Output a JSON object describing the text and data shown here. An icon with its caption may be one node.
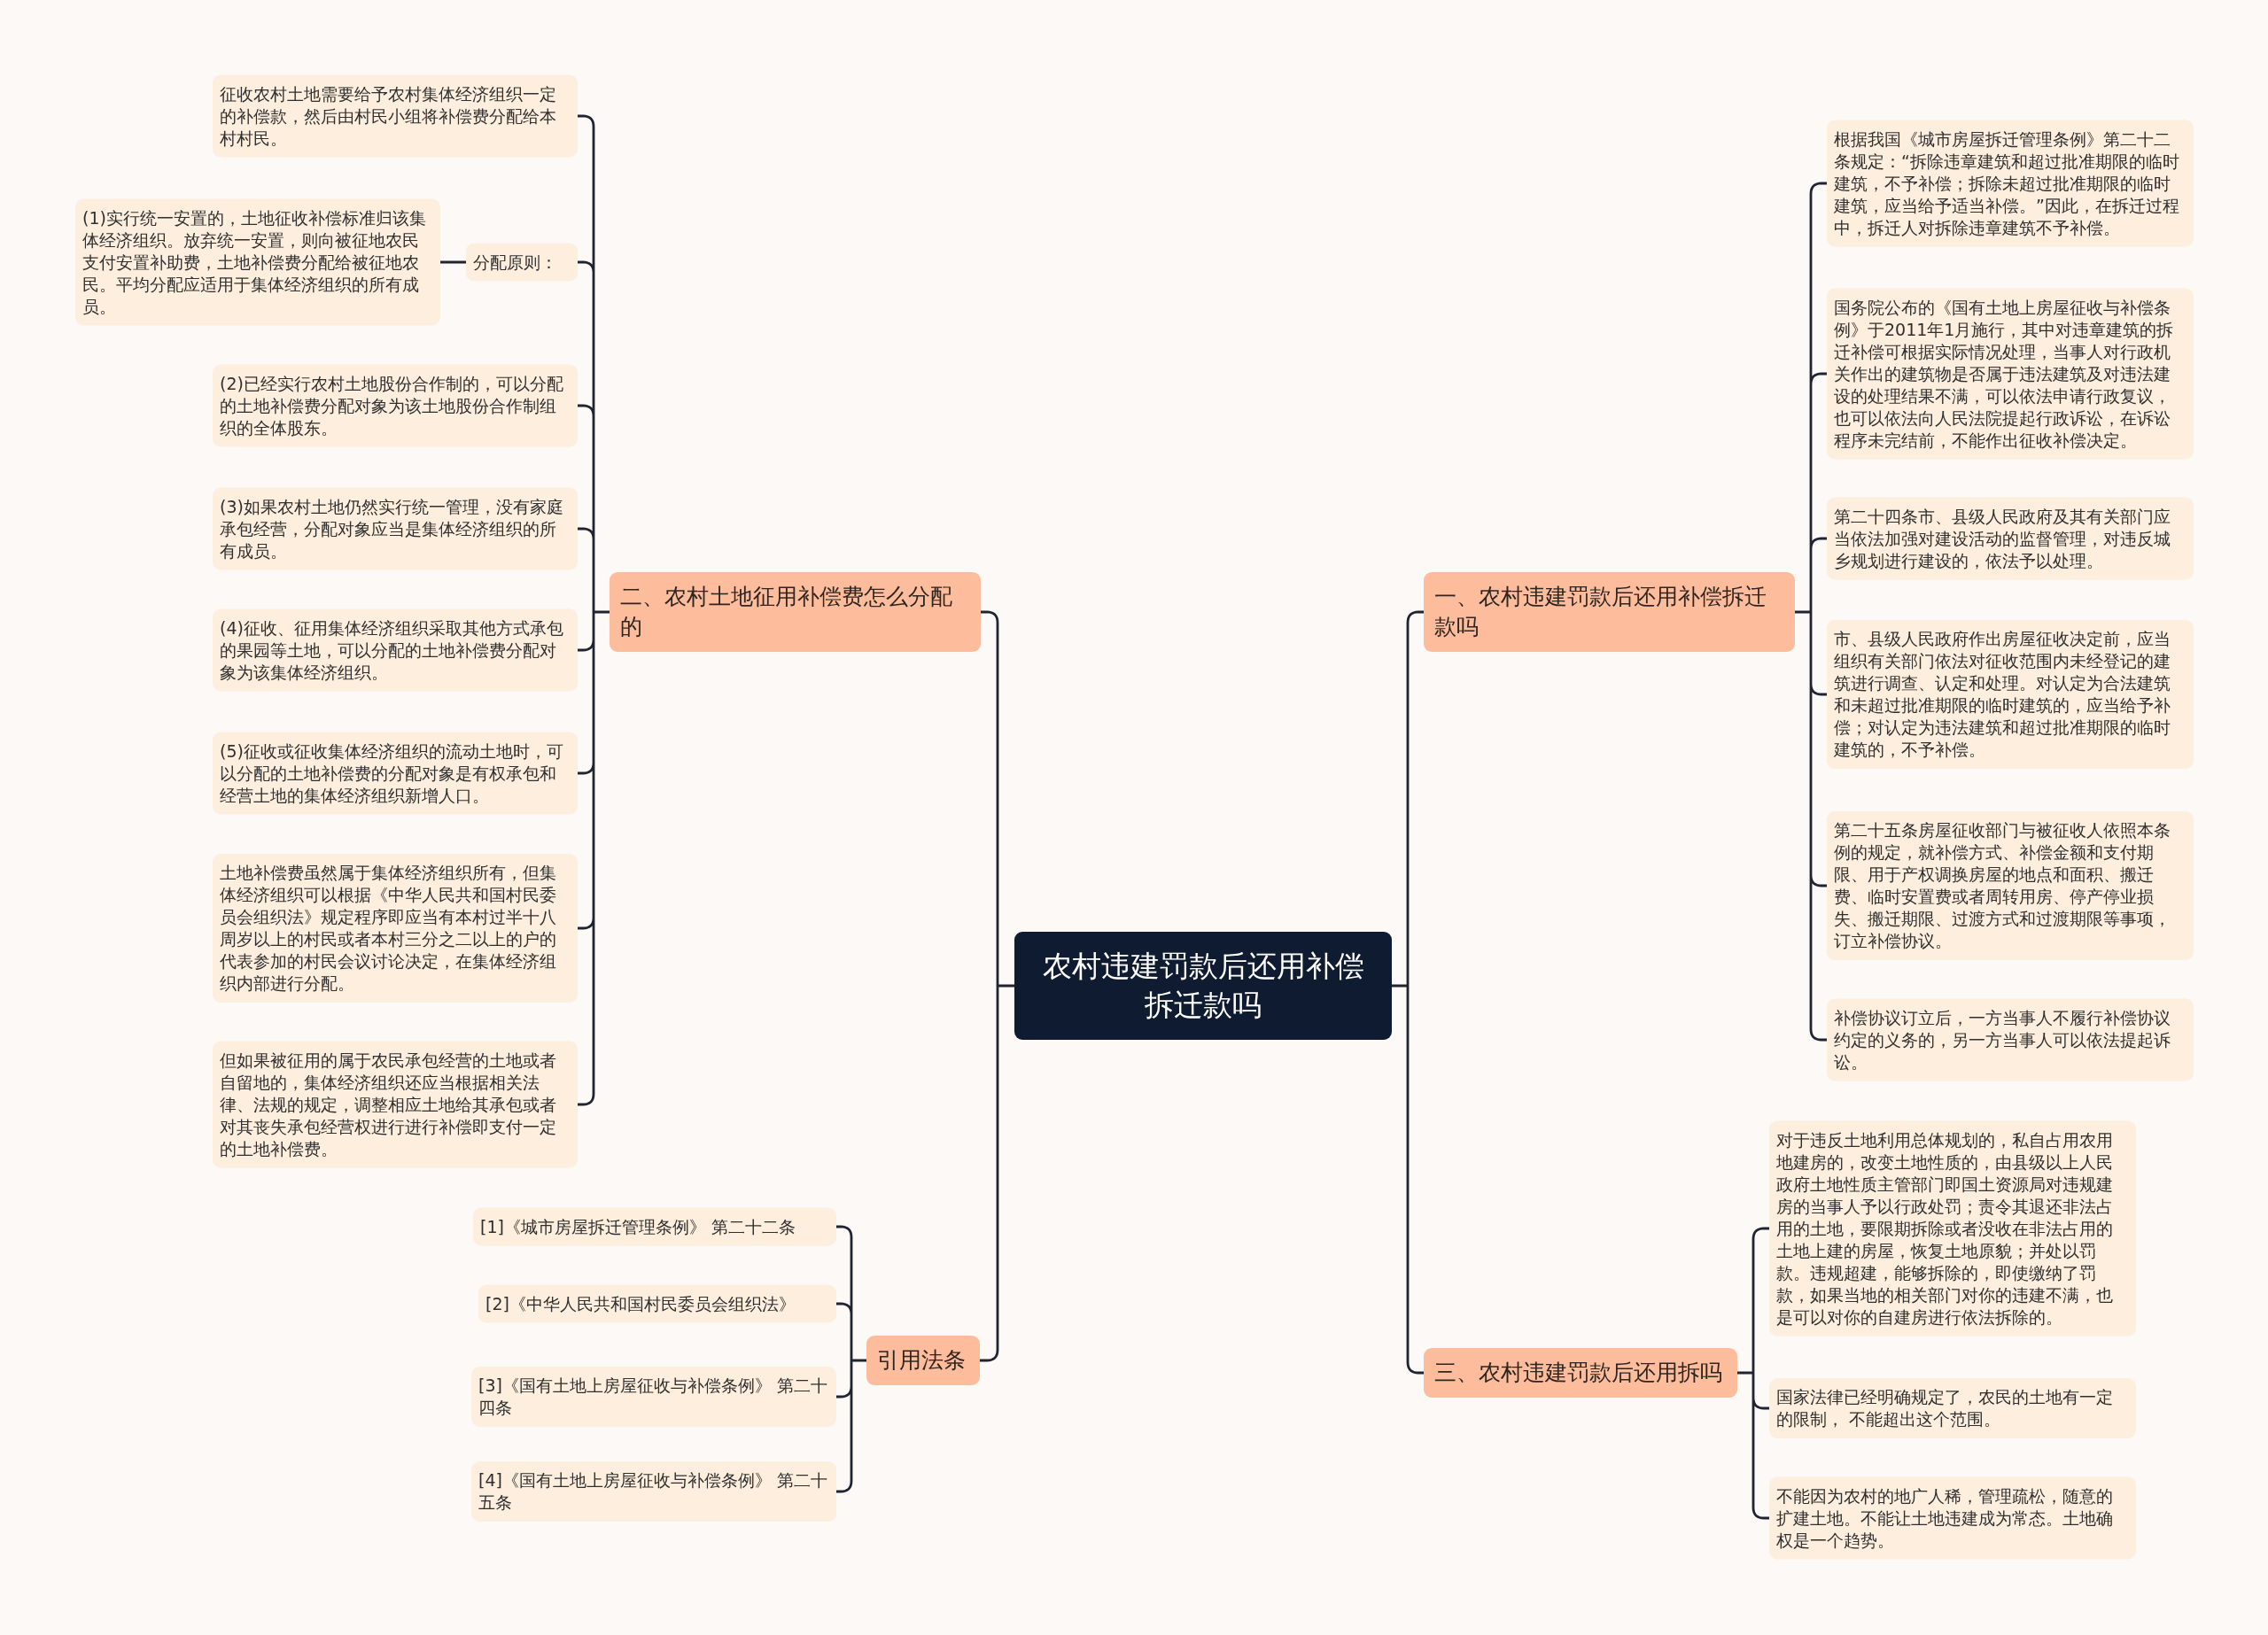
{
  "diagram": {
    "nodes": [
      {
        "text": [
          "农村违建罚款后还用补偿拆迁款吗"
        ]
      },
      {
        "text": [
          "一、农村违建罚款后还用补偿拆迁款吗"
        ]
      },
      {
        "text": [
          "根据我国《城市房屋拆迁管理条例》第二十二条规定：“拆除违章建筑和超过批准期限的临时建筑，不予补偿；拆除未超过批准期限的临时建筑，应当给予适当补偿。”因此，在拆迁过程中，拆迁人对拆除违章建筑不予补偿。"
        ]
      },
      {
        "text": [
          "国务院公布的《国有土地上房屋征收与补偿条例》于2011年1月施行，其中对违章建筑的拆迁补偿可根据实际情况处理，当事人对行政机关作出的建筑物是否属于违法建筑及对违法建设的处理结果不满，可以依法申请行政复议，也可以依法向人民法院提起行政诉讼，在诉讼程序未完结前，不能作出征收补偿决定。"
        ]
      },
      {
        "text": [
          "第二十四条市、县级人民政府及其有关部门应当依法加强对建设活动的监督管理，对违反城乡规划进行建设的，依法予以处理。"
        ]
      },
      {
        "text": [
          "市、县级人民政府作出房屋征收决定前，应当组织有关部门依法对征收范围内未经登记的建筑进行调查、认定和处理。对认定为合法建筑和未超过批准期限的临时建筑的，应当给予补偿；对认定为违法建筑和超过批准期限的临时建筑的，不予补偿。"
        ]
      },
      {
        "text": [
          "第二十五条房屋征收部门与被征收人依照本条例的规定，就补偿方式、补偿金额和支付期限、用于产权调换房屋的地点和面积、搬迁费、临时安置费或者周转用房、停产停业损失、搬迁期限、过渡方式和过渡期限等事项，订立补偿协议。"
        ]
      },
      {
        "text": [
          "补偿协议订立后，一方当事人不履行补偿协议约定的义务的，另一方当事人可以依法提起诉讼。"
        ]
      },
      {
        "text": [
          "二、农村土地征用补偿费怎么分配的"
        ]
      },
      {
        "text": [
          "征收农村土地需要给予农村集体经济组织一定的补偿款，然后由村民小组将补偿费分配给本村村民。"
        ]
      },
      {
        "text": [
          "分配原则："
        ]
      },
      {
        "text": [
          "(1)实行统一安置的，土地征收补偿标准归该集体经济组织。放弃统一安置，则向被征地农民支付安置补助费，土地补偿费分配给被征地农民。平均分配应适用于集体经济组织的所有成员。"
        ]
      },
      {
        "text": [
          "(2)已经实行农村土地股份合作制的，可以分配的土地补偿费分配对象为该土地股份合作制组织的全体股东。"
        ]
      },
      {
        "text": [
          "(3)如果农村土地仍然实行统一管理，没有家庭承包经营，分配对象应当是集体经济组织的所有成员。"
        ]
      },
      {
        "text": [
          "(4)征收、征用集体经济组织采取其他方式承包的果园等土地，可以分配的土地补偿费分配对象为该集体经济组织。"
        ]
      },
      {
        "text": [
          "(5)征收或征收集体经济组织的流动土地时，可以分配的土地补偿费的分配对象是有权承包和经营土地的集体经济组织新增人口。"
        ]
      },
      {
        "text": [
          "土地补偿费虽然属于集体经济组织所有，但集体经济组织可以根据《中华人民共和国村民委员会组织法》规定程序即应当有本村过半十八周岁以上的村民或者本村三分之二以上的户的代表参加的村民会议讨论决定，在集体经济组织内部进行分配。"
        ]
      },
      {
        "text": [
          "但如果被征用的属于农民承包经营的土地或者自留地的，集体经济组织还应当根据相关法律、法规的规定，调整相应土地给其承包或者对其丧失承包经营权进行进行补偿即支付一定的土地补偿费。"
        ]
      },
      {
        "text": [
          "三、农村违建罚款后还用拆吗"
        ]
      },
      {
        "text": [
          "对于违反土地利用总体规划的，私自占用农用地建房的，改变土地性质的，由县级以上人民政府土地性质主管部门即国土资源局对违规建房的当事人予以行政处罚；责令其退还非法占用的土地，要限期拆除或者没收在非法占用的土地上建的房屋，恢复土地原貌；并处以罚款。违规超建，能够拆除的，即使缴纳了罚款，如果当地的相关部门对你的违建不满，也是可以对你的自建房进行依法拆除的。"
        ]
      },
      {
        "text": [
          "国家法律已经明确规定了，农民的土地有一定的限制， 不能超出这个范围。"
        ]
      },
      {
        "text": [
          "不能因为农村的地广人稀，管理疏松，随意的扩建土地。不能让土地违建成为常态。土地确权是一个趋势。"
        ]
      },
      {
        "text": [
          "引用法条"
        ]
      },
      {
        "text": [
          "[1]《城市房屋拆迁管理条例》 第二十二条"
        ]
      },
      {
        "text": [
          "[2]《中华人民共和国村民委员会组织法》"
        ]
      },
      {
        "text": [
          "[3]《国有土地上房屋征收与补偿条例》 第二十四条"
        ]
      },
      {
        "text": [
          "[4]《国有土地上房屋征收与补偿条例》 第二十五条"
        ]
      }
    ],
    "edges": [
      {
        "from": 0,
        "to": 1,
        "arrow": "none"
      },
      {
        "from": 1,
        "to": 2,
        "arrow": "none"
      },
      {
        "from": 1,
        "to": 3,
        "arrow": "none"
      },
      {
        "from": 1,
        "to": 4,
        "arrow": "none"
      },
      {
        "from": 1,
        "to": 5,
        "arrow": "none"
      },
      {
        "from": 1,
        "to": 6,
        "arrow": "none"
      },
      {
        "from": 1,
        "to": 7,
        "arrow": "none"
      },
      {
        "from": 0,
        "to": 8,
        "arrow": "none"
      },
      {
        "from": 8,
        "to": 9,
        "arrow": "none"
      },
      {
        "from": 8,
        "to": 10,
        "arrow": "none"
      },
      {
        "from": 10,
        "to": 11,
        "arrow": "none"
      },
      {
        "from": 8,
        "to": 12,
        "arrow": "none"
      },
      {
        "from": 8,
        "to": 13,
        "arrow": "none"
      },
      {
        "from": 8,
        "to": 14,
        "arrow": "none"
      },
      {
        "from": 8,
        "to": 15,
        "arrow": "none"
      },
      {
        "from": 8,
        "to": 16,
        "arrow": "none"
      },
      {
        "from": 8,
        "to": 17,
        "arrow": "none"
      },
      {
        "from": 0,
        "to": 18,
        "arrow": "none"
      },
      {
        "from": 18,
        "to": 19,
        "arrow": "none"
      },
      {
        "from": 18,
        "to": 20,
        "arrow": "none"
      },
      {
        "from": 18,
        "to": 21,
        "arrow": "none"
      },
      {
        "from": 0,
        "to": 22,
        "arrow": "none"
      },
      {
        "from": 22,
        "to": 23,
        "arrow": "none"
      },
      {
        "from": 22,
        "to": 24,
        "arrow": "none"
      },
      {
        "from": 22,
        "to": 25,
        "arrow": "none"
      },
      {
        "from": 22,
        "to": 26,
        "arrow": "none"
      }
    ]
  }
}
